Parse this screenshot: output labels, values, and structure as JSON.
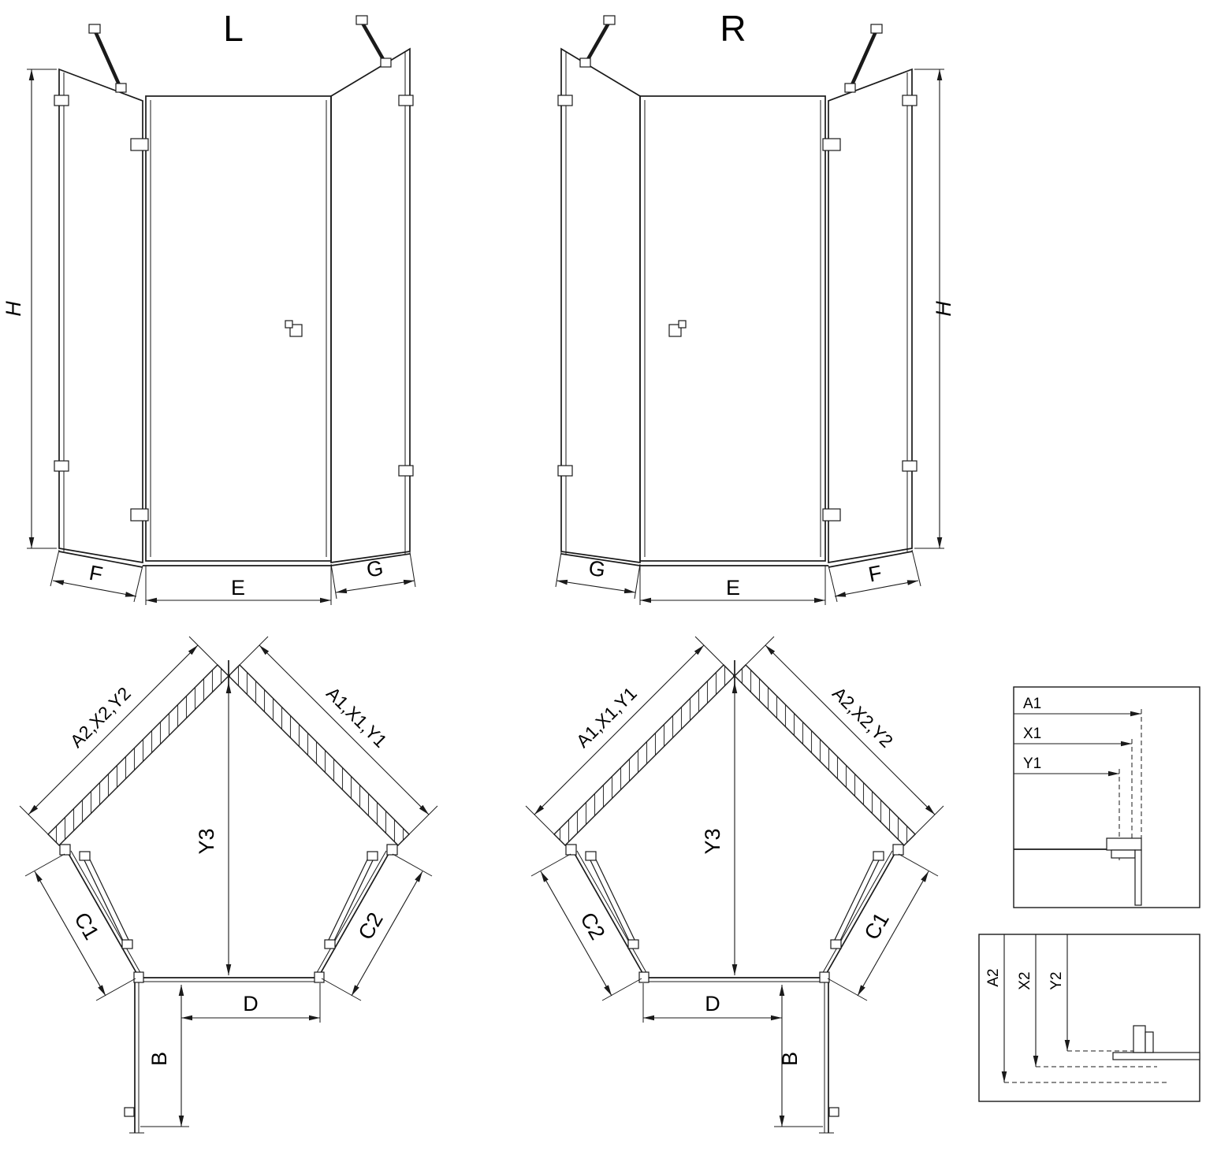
{
  "colors": {
    "line": "#1a1a1a",
    "background": "#ffffff"
  },
  "elevation_left": {
    "title": "L",
    "height_label": "H",
    "left_bottom_label": "F",
    "center_bottom_label": "E",
    "right_bottom_label": "G"
  },
  "elevation_right": {
    "title": "R",
    "height_label": "H",
    "left_bottom_label": "G",
    "center_bottom_label": "E",
    "right_bottom_label": "F"
  },
  "plan_left": {
    "upper_left_label": "A2,X2,Y2",
    "upper_right_label": "A1,X1,Y1",
    "center_label": "Y3",
    "lower_left_label": "C1",
    "lower_right_label": "C2",
    "door_width_label": "D",
    "door_leaf_label": "B"
  },
  "plan_right": {
    "upper_left_label": "A1,X1,Y1",
    "upper_right_label": "A2,X2,Y2",
    "center_label": "Y3",
    "lower_left_label": "C2",
    "lower_right_label": "C1",
    "door_width_label": "D",
    "door_leaf_label": "B"
  },
  "detail_top": {
    "labels": [
      "A1",
      "X1",
      "Y1"
    ]
  },
  "detail_bottom": {
    "labels": [
      "A2",
      "X2",
      "Y2"
    ]
  }
}
